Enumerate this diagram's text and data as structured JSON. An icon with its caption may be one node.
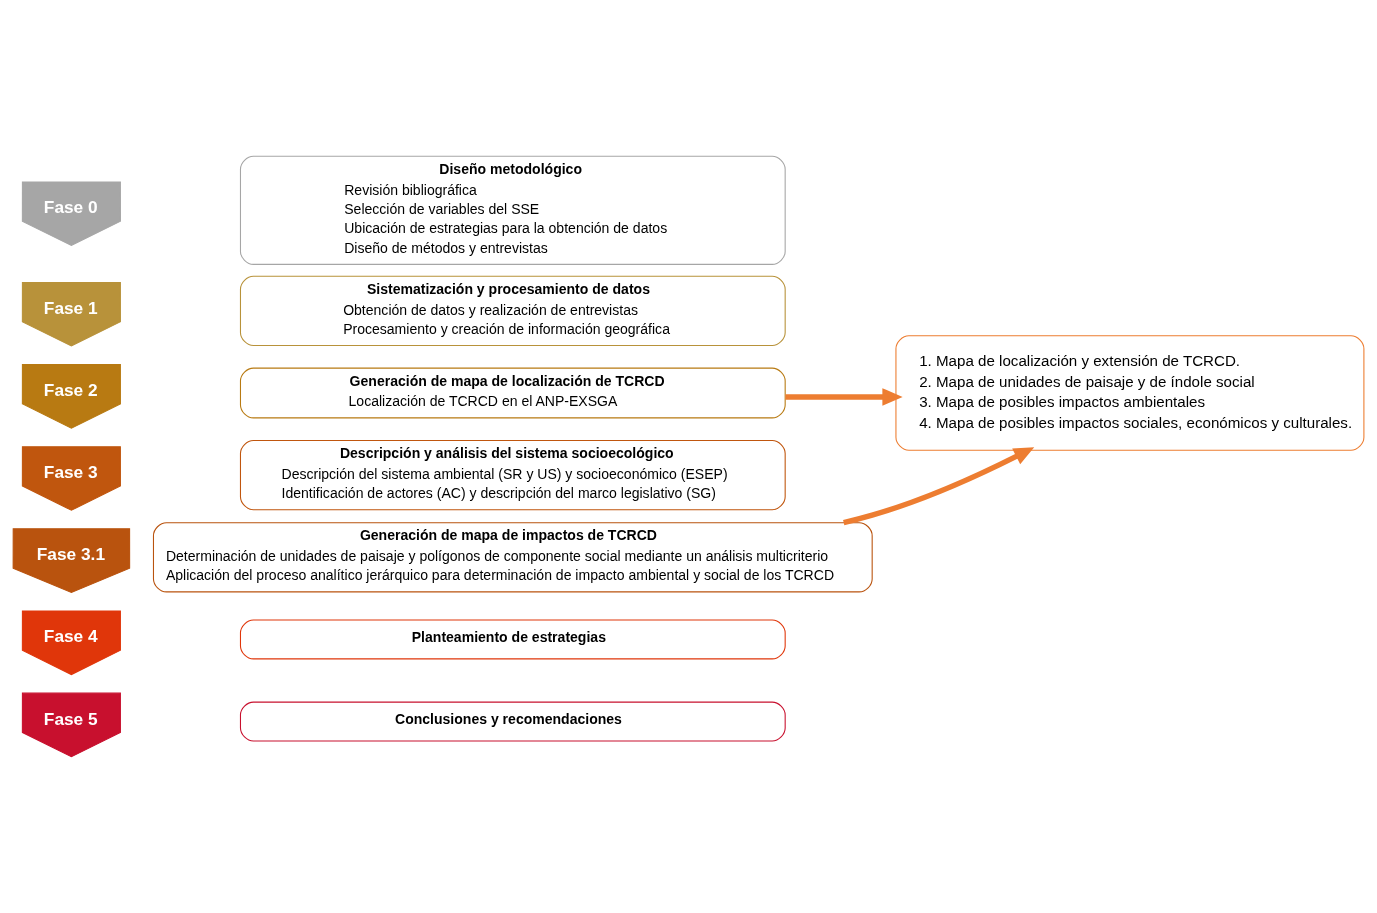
{
  "diagram": {
    "nodes": [
      {
        "text": [
          "Fase 0"
        ]
      },
      {
        "text": [
          "Diseño metodológico",
          "Revisión bibliográfica",
          "Selección de variables del SSE",
          "Ubicación de estrategias para la obtención de datos",
          "Diseño de métodos y entrevistas"
        ]
      },
      {
        "text": [
          "Fase 1"
        ]
      },
      {
        "text": [
          "Sistematización y procesamiento de datos",
          "Obtención de datos y realización de entrevistas",
          "Procesamiento y creación de información geográfica"
        ]
      },
      {
        "text": [
          "Fase 2"
        ]
      },
      {
        "text": [
          "Generación de mapa de localización de TCRCD",
          "Localización de TCRCD en el ANP-EXSGA"
        ]
      },
      {
        "text": [
          "1. Mapa de localización y extensión de TCRCD.",
          "2. Mapa de unidades de paisaje y de índole social",
          "3. Mapa de posibles impactos ambientales",
          "4. Mapa de posibles impactos sociales, económicos y culturales."
        ]
      },
      {
        "text": [
          "Fase 3"
        ]
      },
      {
        "text": [
          "Descripción y análisis del sistema socioecológico",
          "Descripción del sistema ambiental (SR y US) y socioeconómico (ESEP)",
          "Identificación de actores (AC) y descripción del marco legislativo (SG)"
        ]
      },
      {
        "text": [
          "Fase 3.1"
        ]
      },
      {
        "text": [
          "Generación de mapa de impactos de TCRCD",
          "Determinación de unidades de paisaje y polígonos de componente social mediante un análisis multicriterio",
          "Aplicación del proceso analítico jerárquico para determinación de impacto ambiental y social de los TCRCD"
        ]
      },
      {
        "text": [
          "Fase 4"
        ]
      },
      {
        "text": [
          "Planteamiento de estrategias"
        ]
      },
      {
        "text": [
          "Fase 5"
        ]
      },
      {
        "text": [
          "Conclusiones y recomendaciones"
        ]
      }
    ],
    "edges": [
      {
        "from": 5,
        "to": 6,
        "arrow": "to"
      },
      {
        "from": 10,
        "to": 6,
        "arrow": "to"
      }
    ]
  }
}
